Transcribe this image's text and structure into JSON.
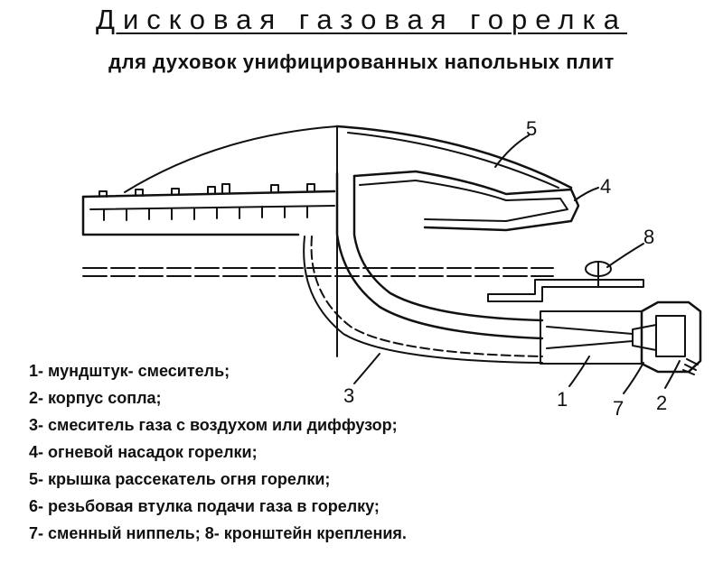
{
  "title": "Дисковая газовая горелка",
  "subtitle": "для духовок унифицированных напольных плит",
  "callouts": [
    "5",
    "4",
    "8",
    "3",
    "1",
    "7",
    "2"
  ],
  "legend": [
    "1- мундштук- смеситель;",
    "2- корпус сопла;",
    "3- смеситель газа с воздухом или диффузор;",
    "4- огневой насадок горелки;",
    "5- крышка рассекатель огня горелки;",
    "6- резьбовая втулка подачи газа в горелку;",
    "7- сменный ниппель;  8- кронштейн крепления."
  ],
  "colors": {
    "ink": "#111111",
    "paper": "#ffffff"
  }
}
